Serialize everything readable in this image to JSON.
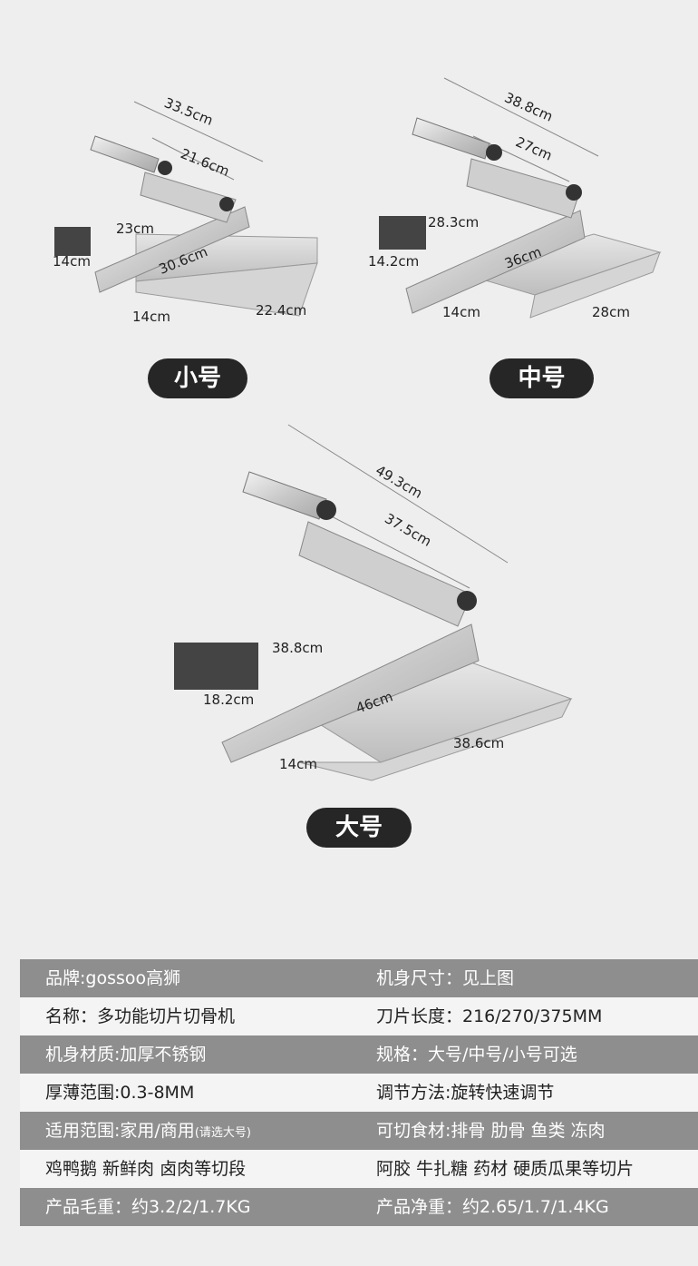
{
  "small_model": {
    "badge": "小号",
    "dims": {
      "overall": "33.5cm",
      "blade": "21.6cm",
      "height": "23cm",
      "guard": "14cm",
      "base": "30.6cm",
      "width": "14cm",
      "tray": "22.4cm"
    }
  },
  "medium_model": {
    "badge": "中号",
    "dims": {
      "overall": "38.8cm",
      "blade": "27cm",
      "height": "28.3cm",
      "guard": "14.2cm",
      "base": "36cm",
      "width": "14cm",
      "tray": "28cm"
    }
  },
  "large_model": {
    "badge": "大号",
    "dims": {
      "overall": "49.3cm",
      "blade": "37.5cm",
      "height": "38.8cm",
      "guard": "18.2cm",
      "base": "46cm",
      "width": "14cm",
      "tray": "38.6cm"
    }
  },
  "specs": [
    {
      "left": "品牌:gossoo高狮",
      "right": "机身尺寸：见上图",
      "style": "dark"
    },
    {
      "left": "名称：多功能切片切骨机",
      "right": "刀片长度：216/270/375MM",
      "style": "light"
    },
    {
      "left": "机身材质:加厚不锈钢",
      "right": "规格：大号/中号/小号可选",
      "style": "dark"
    },
    {
      "left": "厚薄范围:0.3-8MM",
      "right": "调节方法:旋转快速调节",
      "style": "light"
    },
    {
      "left": "适用范围:家用/商用",
      "left_note": "(请选大号)",
      "right": "可切食材:排骨 肋骨 鱼类 冻肉",
      "style": "dark"
    },
    {
      "left": "鸡鸭鹅 新鲜肉 卤肉等切段",
      "right": "阿胶 牛扎糖 药材 硬质瓜果等切片",
      "style": "light"
    },
    {
      "left": "产品毛重：约3.2/2/1.7KG",
      "right": "产品净重：约2.65/1.7/1.4KG",
      "style": "dark"
    }
  ]
}
